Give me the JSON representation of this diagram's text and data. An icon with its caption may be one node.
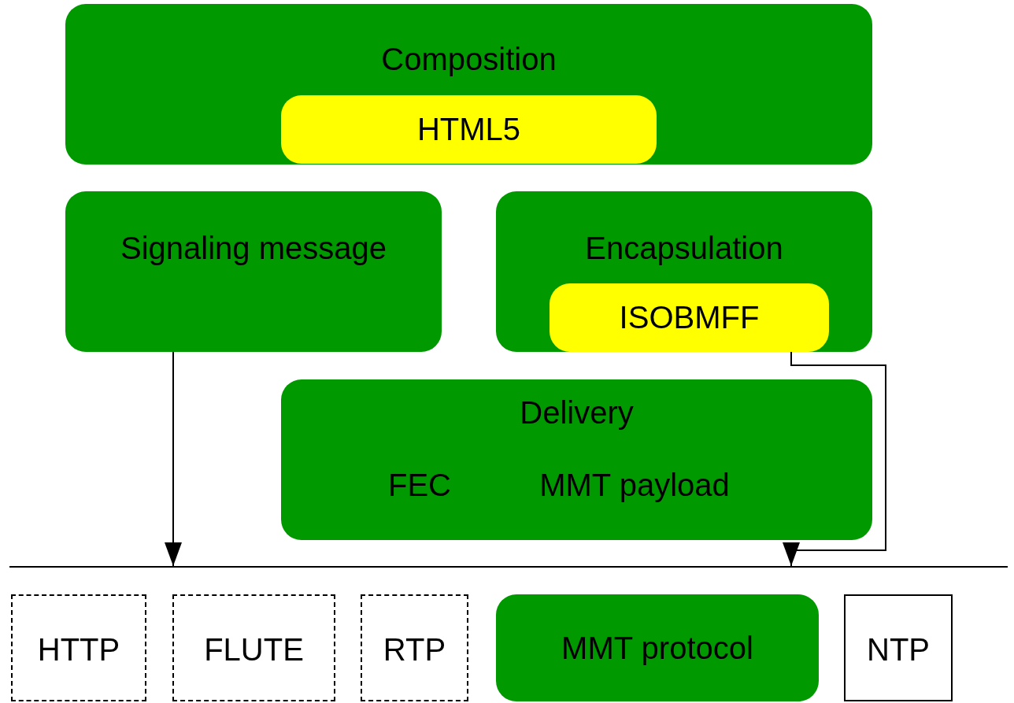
{
  "diagram": {
    "nodes": [
      {
        "text": [
          "Composition"
        ]
      },
      {
        "text": [
          "HTML5"
        ],
        "in": 0
      },
      {
        "text": [
          "Signaling message"
        ]
      },
      {
        "text": [
          "Encapsulation"
        ]
      },
      {
        "text": [
          "ISOBMFF"
        ],
        "in": 3
      },
      {
        "text": [
          "Delivery",
          "FEC",
          "MMT payload"
        ]
      },
      {
        "text": [],
        "shape": "line"
      },
      {
        "text": [
          "HTTP"
        ]
      },
      {
        "text": [
          "FLUTE"
        ]
      },
      {
        "text": [
          "RTP"
        ]
      },
      {
        "text": [
          "MMT protocol"
        ]
      },
      {
        "text": [
          "NTP"
        ]
      }
    ],
    "edges": [
      {
        "from": 2,
        "to": 6,
        "arrow": "to"
      },
      {
        "from": 4,
        "to": 6,
        "arrow": "to"
      }
    ]
  }
}
